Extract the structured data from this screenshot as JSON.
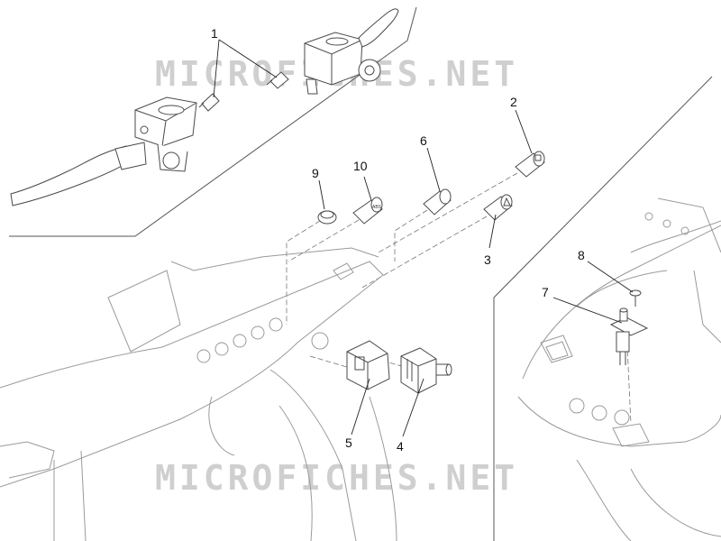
{
  "watermark": {
    "text": "MICROFICHES.NET",
    "color": "#cfcfcf"
  },
  "colors": {
    "line": "#4a4a4a",
    "leader": "#222222",
    "light": "#9a9a9a",
    "dash": "#777777"
  },
  "callouts": [
    {
      "id": "1",
      "label": "1"
    },
    {
      "id": "2",
      "label": "2"
    },
    {
      "id": "3",
      "label": "3"
    },
    {
      "id": "4",
      "label": "4"
    },
    {
      "id": "5",
      "label": "5"
    },
    {
      "id": "6",
      "label": "6"
    },
    {
      "id": "7",
      "label": "7"
    },
    {
      "id": "8",
      "label": "8"
    },
    {
      "id": "9",
      "label": "9"
    },
    {
      "id": "10",
      "label": "10"
    }
  ]
}
